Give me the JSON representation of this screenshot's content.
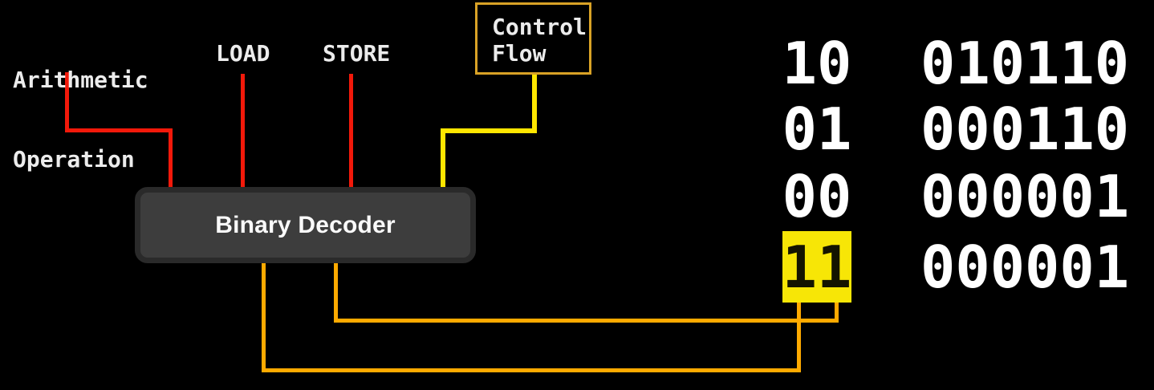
{
  "labels": {
    "arithmetic": {
      "line1": "Arithmetic",
      "line2": "Operation"
    },
    "load": "LOAD",
    "store": "STORE",
    "control_flow": {
      "line1": "Control",
      "line2": "Flow"
    },
    "decoder": "Binary Decoder"
  },
  "table": {
    "rows": [
      {
        "opcode": "10",
        "instruction": "010110",
        "highlighted": false
      },
      {
        "opcode": "01",
        "instruction": "000110",
        "highlighted": false
      },
      {
        "opcode": "00",
        "instruction": "000001",
        "highlighted": false
      },
      {
        "opcode": "11",
        "instruction": "000001",
        "highlighted": true
      }
    ]
  },
  "colors": {
    "background": "#000000",
    "wire_red": "#f2190a",
    "wire_yellow": "#ffe600",
    "wire_orange": "#ffaa00",
    "control_box_border": "#d9a226",
    "highlight": "#f7e606",
    "decoder_fill": "#3d3d3d",
    "decoder_border": "#2a2a2a",
    "label_text": "#ececec",
    "table_text": "#ffffff"
  }
}
